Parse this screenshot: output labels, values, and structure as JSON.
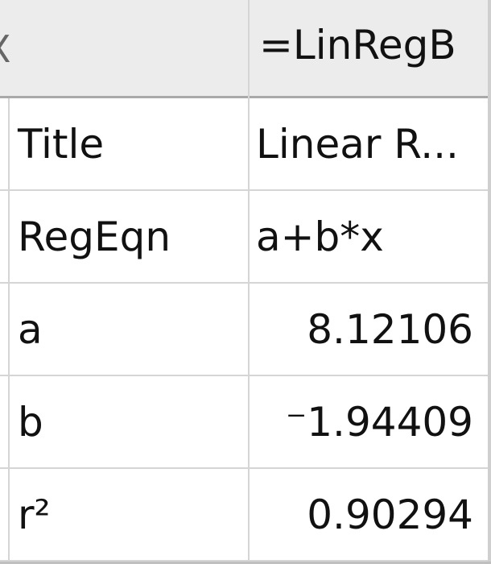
{
  "header": {
    "clipped_char": "X",
    "formula": "=LinRegB"
  },
  "rows": [
    {
      "label": "Title",
      "value": "Linear R..."
    },
    {
      "label": "RegEqn",
      "value": "a+b*x"
    },
    {
      "label": "a",
      "value": "8.12106"
    },
    {
      "label": "b",
      "value": "⁻1.94409"
    },
    {
      "label": "r²",
      "value": "0.90294"
    }
  ]
}
